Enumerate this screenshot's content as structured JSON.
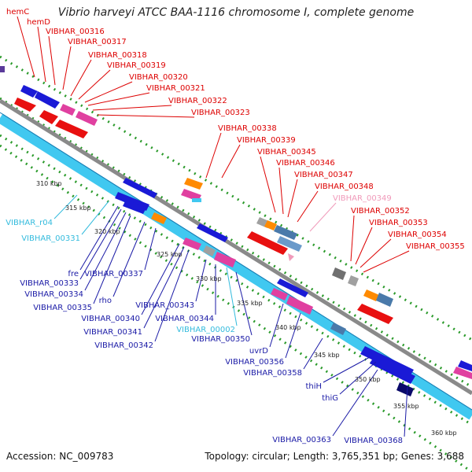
{
  "title": "Vibrio harveyi ATCC BAA-1116 chromosome I, complete genome",
  "footer": {
    "accession": "Accession: NC_009783",
    "summary": "Topology: circular; Length: 3,765,351 bp; Genes: 3,688"
  },
  "colors": {
    "top_label": "#dd0000",
    "top_label_highlight": "#f09aba",
    "bottom_label": "#1a1aa6",
    "bottom_label_highlight": "#33bbdd",
    "backbone_gray": "#8a8a8a",
    "backbone_cyan": "#40c8f0",
    "ruler_dots": "#2a9a2a"
  },
  "ruler": [
    "310 kbp",
    "315 kbp",
    "320 kbp",
    "325 kbp",
    "330 kbp",
    "335 kbp",
    "340 kbp",
    "345 kbp",
    "350 kbp",
    "355 kbp",
    "360 kbp"
  ],
  "top_labels": [
    {
      "text": "hemC",
      "highlight": false
    },
    {
      "text": "hemD",
      "highlight": false
    },
    {
      "text": "VIBHAR_00316",
      "highlight": false
    },
    {
      "text": "VIBHAR_00317",
      "highlight": false
    },
    {
      "text": "VIBHAR_00318",
      "highlight": false
    },
    {
      "text": "VIBHAR_00319",
      "highlight": false
    },
    {
      "text": "VIBHAR_00320",
      "highlight": false
    },
    {
      "text": "VIBHAR_00321",
      "highlight": false
    },
    {
      "text": "VIBHAR_00322",
      "highlight": false
    },
    {
      "text": "VIBHAR_00323",
      "highlight": false
    },
    {
      "text": "VIBHAR_00338",
      "highlight": false
    },
    {
      "text": "VIBHAR_00339",
      "highlight": false
    },
    {
      "text": "VIBHAR_00345",
      "highlight": false
    },
    {
      "text": "VIBHAR_00346",
      "highlight": false
    },
    {
      "text": "VIBHAR_00347",
      "highlight": false
    },
    {
      "text": "VIBHAR_00348",
      "highlight": false
    },
    {
      "text": "VIBHAR_00349",
      "highlight": true
    },
    {
      "text": "VIBHAR_00352",
      "highlight": false
    },
    {
      "text": "VIBHAR_00353",
      "highlight": false
    },
    {
      "text": "VIBHAR_00354",
      "highlight": false
    },
    {
      "text": "VIBHAR_00355",
      "highlight": false
    }
  ],
  "bottom_labels": [
    {
      "text": "VIBHAR_r04",
      "highlight": true
    },
    {
      "text": "VIBHAR_00331",
      "highlight": true
    },
    {
      "text": "fre",
      "highlight": false
    },
    {
      "text": "VIBHAR_00333",
      "highlight": false
    },
    {
      "text": "VIBHAR_00334",
      "highlight": false
    },
    {
      "text": "VIBHAR_00335",
      "highlight": false
    },
    {
      "text": "rho",
      "highlight": false
    },
    {
      "text": "VIBHAR_00337",
      "highlight": false
    },
    {
      "text": "VIBHAR_00340",
      "highlight": false
    },
    {
      "text": "VIBHAR_00341",
      "highlight": false
    },
    {
      "text": "VIBHAR_00342",
      "highlight": false
    },
    {
      "text": "VIBHAR_00343",
      "highlight": false
    },
    {
      "text": "VIBHAR_00344",
      "highlight": false
    },
    {
      "text": "VIBHAR_00002",
      "highlight": true
    },
    {
      "text": "VIBHAR_00350",
      "highlight": false
    },
    {
      "text": "uvrD",
      "highlight": false
    },
    {
      "text": "VIBHAR_00356",
      "highlight": false
    },
    {
      "text": "VIBHAR_00358",
      "highlight": false
    },
    {
      "text": "thiH",
      "highlight": false
    },
    {
      "text": "thiG",
      "highlight": false
    },
    {
      "text": "VIBHAR_00363",
      "highlight": false
    },
    {
      "text": "VIBHAR_00368",
      "highlight": false
    }
  ]
}
